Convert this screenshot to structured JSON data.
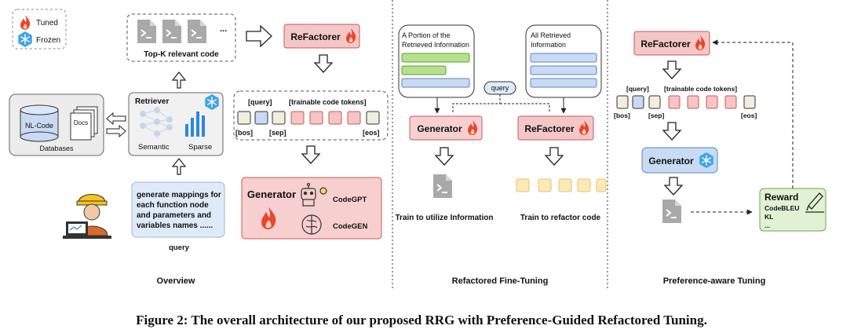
{
  "legend": {
    "tuned": "Tuned",
    "frozen": "Frozen"
  },
  "overview": {
    "topk_label": "Top-K relevant code",
    "topk_ellipsis": "...",
    "refactorer": "ReFactorer",
    "retriever": "Retriever",
    "semantic": "Semantic",
    "sparse": "Sparse",
    "nlcode": "NL-Code",
    "docs": "Docs",
    "databases": "Databases",
    "token_query": "[query]",
    "token_trainable": "[trainable code tokens]",
    "token_bos": "[bos]",
    "token_sep": "[sep]",
    "token_eos": "[eos]",
    "generator": "Generator",
    "codegpt": "CodeGPT",
    "codegen": "CodeGEN",
    "query_text": [
      "generate mappings for",
      "each function node",
      "and parameters and",
      "variables names ......"
    ],
    "query_label": "query",
    "section_title": "Overview"
  },
  "finetune": {
    "portion_line1": "A Portion of the",
    "portion_line2": "Retrieved Information",
    "all_line1": "All Retrieved",
    "all_line2": "Information",
    "query": "query",
    "generator": "Generator",
    "refactorer": "ReFactorer",
    "train_utilize": "Train to utilize Information",
    "train_refactor": "Train to refactor code",
    "section_title": "Refactored Fine-Tuning"
  },
  "preference": {
    "refactorer": "ReFactorer",
    "token_query": "[query]",
    "token_trainable": "[trainable code tokens]",
    "token_bos": "[bos]",
    "token_sep": "[sep]",
    "token_eos": "[eos]",
    "generator": "Generator",
    "reward": "Reward",
    "reward_items": [
      "CodeBLEU",
      "KL",
      "..."
    ],
    "section_title": "Preference-aware Tuning"
  },
  "caption": "Figure 2: The overall architecture of our proposed RRG with Preference-Guided Refactored Tuning.",
  "colors": {
    "refactorer_fill": "#f4c7c7",
    "refactorer_stroke": "#c85858",
    "generator_fill": "#f7cfcf",
    "frozen_fill": "#c7dcf3",
    "frozen_stroke": "#5b86c2",
    "green_fill": "#b7e08e",
    "green_stroke": "#5aa02c",
    "blue_fill": "#c9daf2",
    "token_beige": "#f2eedd",
    "token_blue": "#c9daf2",
    "token_red": "#f5c4c4",
    "token_yellow": "#fde9b6",
    "reward_fill": "#e1f2d4",
    "reward_stroke": "#6aa84f",
    "flame": "#e8472b",
    "snow": "#3ba4e8"
  }
}
